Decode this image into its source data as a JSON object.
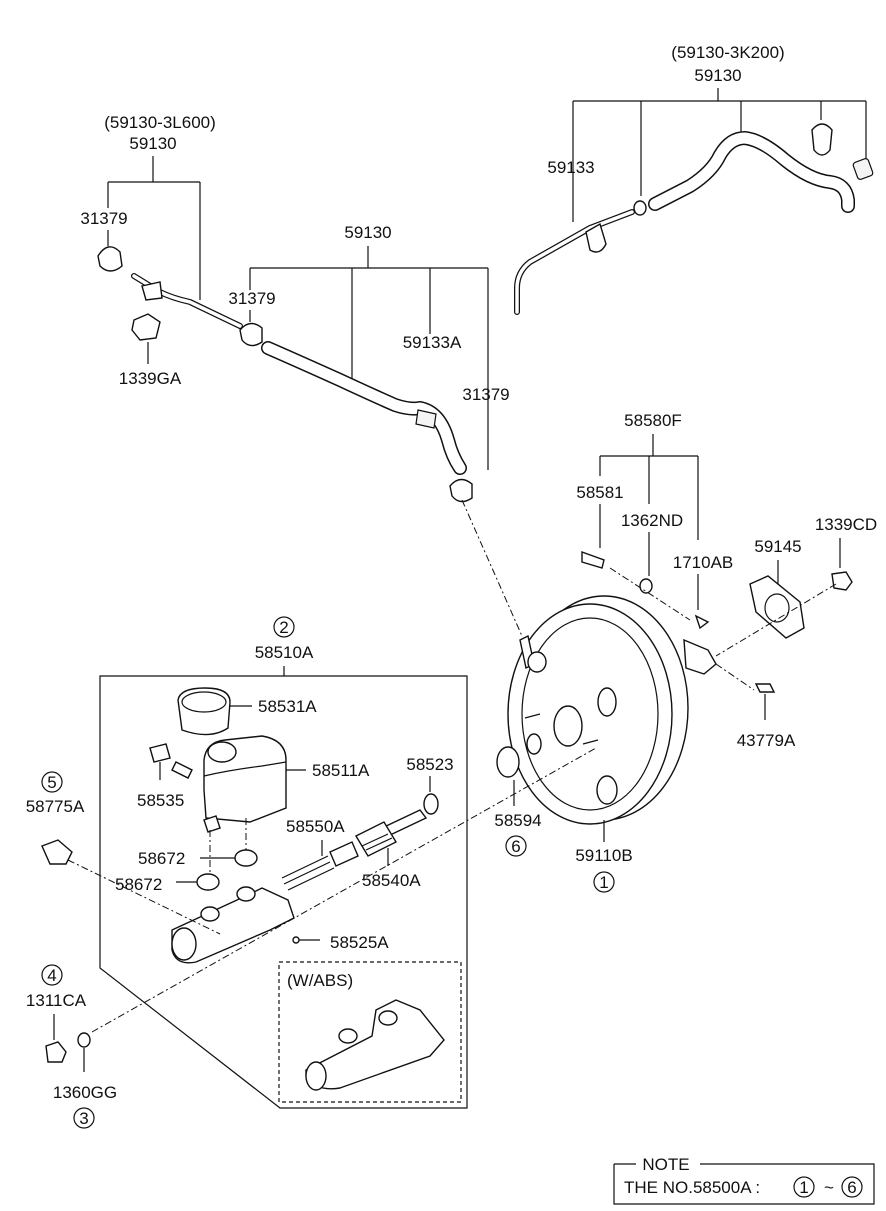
{
  "labels": {
    "hose_assy_a_alt": "(59130-3K200)",
    "hose_assy_a": "59130",
    "hose_59133": "59133",
    "hose_assy_b_alt": "(59130-3L600)",
    "hose_assy_b": "59130",
    "clip_31379_a": "31379",
    "hose_assy_c": "59130",
    "clip_31379_b": "31379",
    "grommet_1339GA": "1339GA",
    "hose_59133A": "59133A",
    "clip_31379_c": "31379",
    "kit_58580F": "58580F",
    "pin_58581": "58581",
    "washer_1362ND": "1362ND",
    "pin_1710AB": "1710AB",
    "nut_1339CD": "1339CD",
    "gasket_59145": "59145",
    "clip_43779A": "43779A",
    "master_cyl_58510A": "58510A",
    "cap_58531A": "58531A",
    "reservoir_58511A": "58511A",
    "sensor_58535": "58535",
    "oring_58523": "58523",
    "piston_58550A": "58550A",
    "oring_58594": "58594",
    "grommet_58672_a": "58672",
    "grommet_58672_b": "58672",
    "piston_58540A": "58540A",
    "booster_59110B": "59110B",
    "screw_58525A": "58525A",
    "plug_58775A": "58775A",
    "nut_1311CA": "1311CA",
    "washer_1360GG": "1360GG",
    "wabs": "(W/ABS)"
  },
  "callouts": {
    "c1": "1",
    "c2": "2",
    "c3": "3",
    "c4": "4",
    "c5": "5",
    "c6": "6"
  },
  "note": {
    "title": "NOTE",
    "text": "THE NO.58500A :",
    "from": "1",
    "sep": "~",
    "to": "6"
  }
}
